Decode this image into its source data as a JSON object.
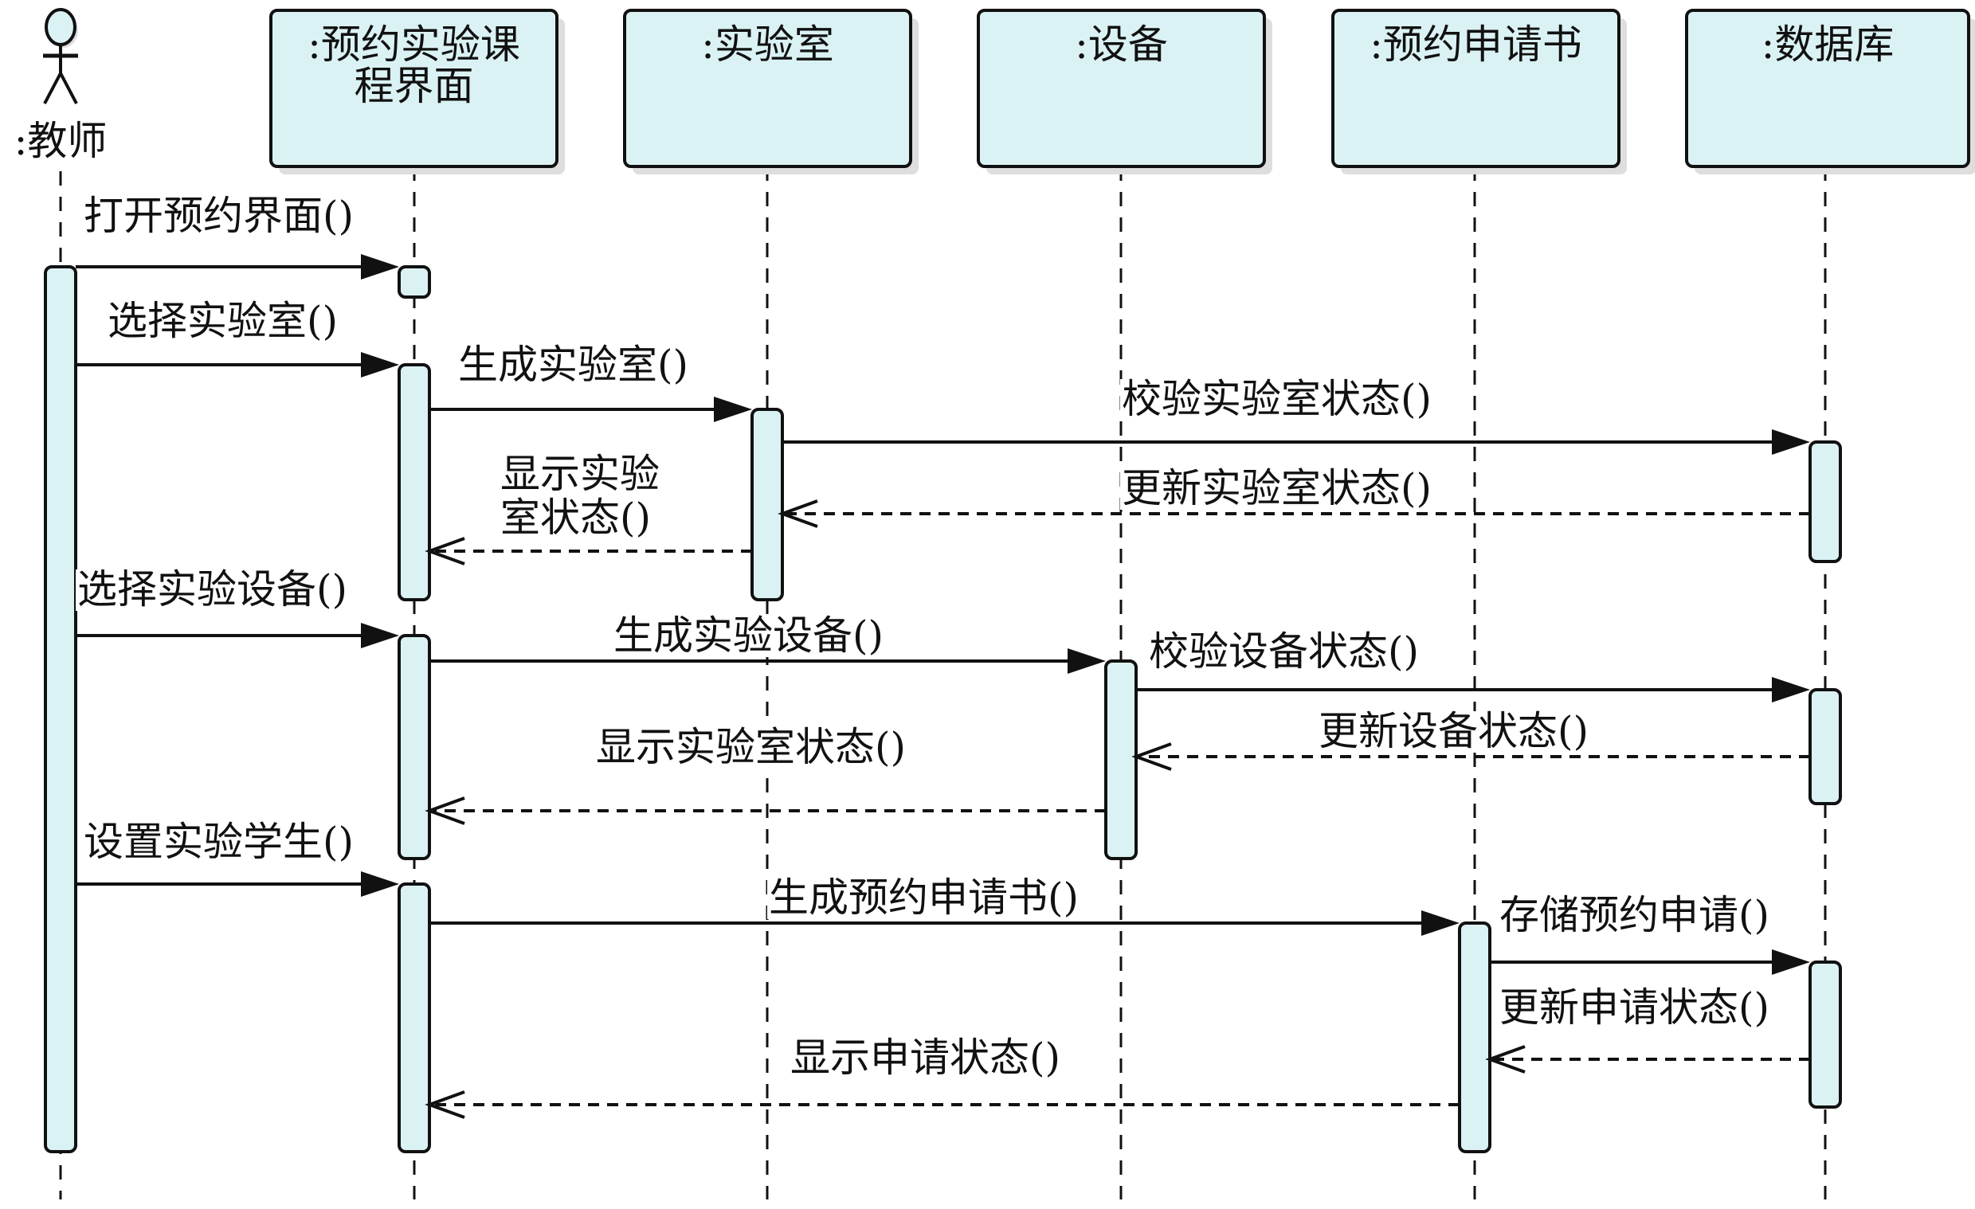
{
  "diagram": {
    "type": "uml-sequence",
    "colors": {
      "fill": "#dbf2f4",
      "stroke": "#111111",
      "shadow": "#dedede",
      "background": "#ffffff"
    },
    "actor": {
      "id": "teacher",
      "label": ":教师"
    },
    "participants": [
      {
        "id": "ui",
        "label_lines": [
          ":预约实验课",
          "程界面"
        ]
      },
      {
        "id": "lab",
        "label_lines": [
          ":实验室"
        ]
      },
      {
        "id": "device",
        "label_lines": [
          ":设备"
        ]
      },
      {
        "id": "application",
        "label_lines": [
          ":预约申请书"
        ]
      },
      {
        "id": "db",
        "label_lines": [
          ":数据库"
        ]
      }
    ],
    "messages": [
      {
        "from": "teacher",
        "to": "ui",
        "kind": "call",
        "label_lines": [
          "打开预约界面()"
        ]
      },
      {
        "from": "teacher",
        "to": "ui",
        "kind": "call",
        "label_lines": [
          "选择实验室()"
        ]
      },
      {
        "from": "ui",
        "to": "lab",
        "kind": "call",
        "label_lines": [
          "生成实验室()"
        ]
      },
      {
        "from": "lab",
        "to": "db",
        "kind": "call",
        "label_lines": [
          "校验实验室状态()"
        ]
      },
      {
        "from": "db",
        "to": "lab",
        "kind": "return",
        "label_lines": [
          "更新实验室状态()"
        ]
      },
      {
        "from": "lab",
        "to": "ui",
        "kind": "return",
        "label_lines": [
          "显示实验",
          "室状态()"
        ]
      },
      {
        "from": "teacher",
        "to": "ui",
        "kind": "call",
        "label_lines": [
          "选择实验设备()"
        ]
      },
      {
        "from": "ui",
        "to": "device",
        "kind": "call",
        "label_lines": [
          "生成实验设备()"
        ]
      },
      {
        "from": "device",
        "to": "db",
        "kind": "call",
        "label_lines": [
          "校验设备状态()"
        ]
      },
      {
        "from": "db",
        "to": "device",
        "kind": "return",
        "label_lines": [
          "更新设备状态()"
        ]
      },
      {
        "from": "device",
        "to": "ui",
        "kind": "return",
        "label_lines": [
          "显示实验室状态()"
        ]
      },
      {
        "from": "teacher",
        "to": "ui",
        "kind": "call",
        "label_lines": [
          "设置实验学生()"
        ]
      },
      {
        "from": "ui",
        "to": "application",
        "kind": "call",
        "label_lines": [
          "生成预约申请书()"
        ]
      },
      {
        "from": "application",
        "to": "db",
        "kind": "call",
        "label_lines": [
          "存储预约申请()"
        ]
      },
      {
        "from": "db",
        "to": "application",
        "kind": "return",
        "label_lines": [
          "更新申请状态()"
        ]
      },
      {
        "from": "application",
        "to": "ui",
        "kind": "return",
        "label_lines": [
          "显示申请状态()"
        ]
      }
    ]
  }
}
